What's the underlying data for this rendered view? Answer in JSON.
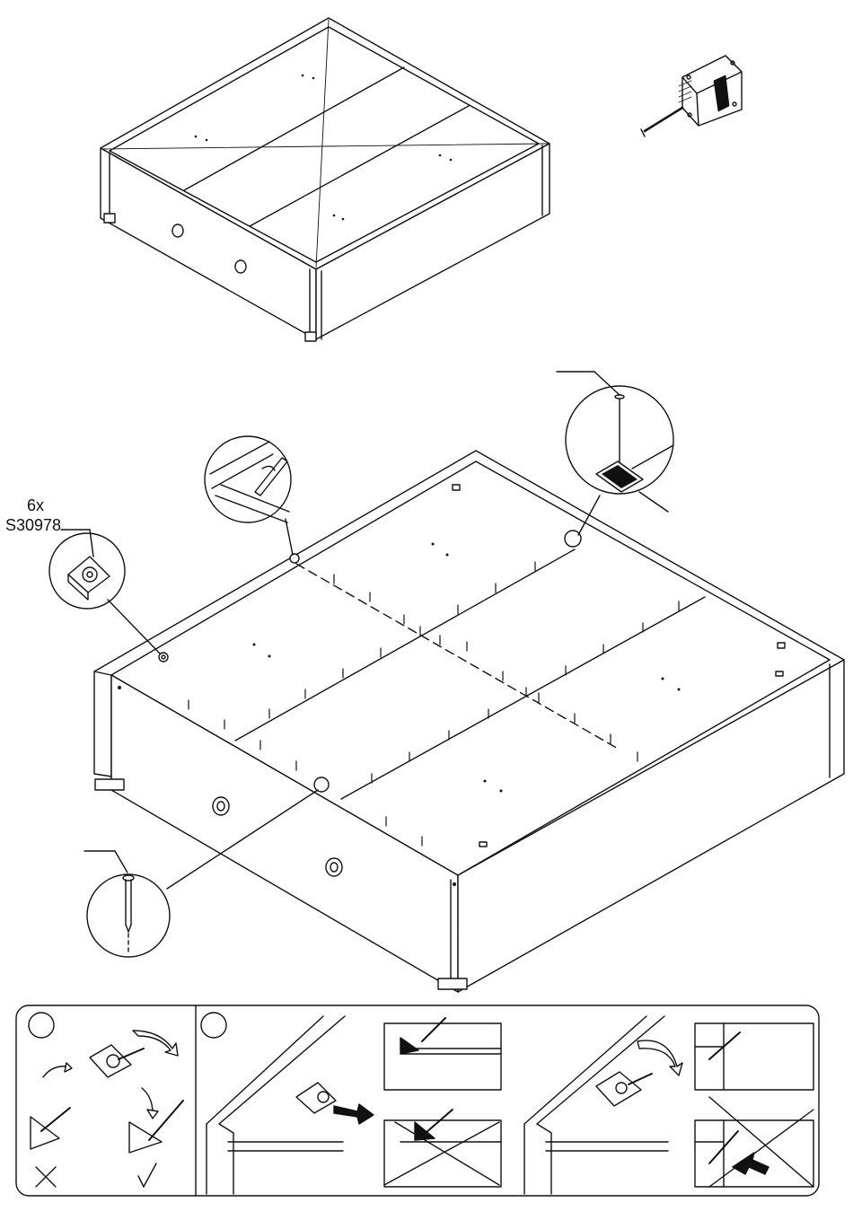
{
  "callout": {
    "quantity": "6x",
    "part_number": "S30978"
  },
  "icons": {
    "assembled_box": "drawer-box-assembled",
    "tape_measure": "tape-measure-icon",
    "frame": "bed-frame-with-slats",
    "nail_detail": "nail-icon",
    "corner_bracket": "corner-bracket-icon",
    "pencil_detail": "pencil-mark-icon",
    "nail_plate": "nail-plate-icon",
    "screw": "screw-icon",
    "arrow": "push-arrow-icon",
    "correct": "checkmark-icon",
    "incorrect": "cross-icon"
  },
  "colors": {
    "line": "#111111",
    "fill": "#ffffff"
  }
}
